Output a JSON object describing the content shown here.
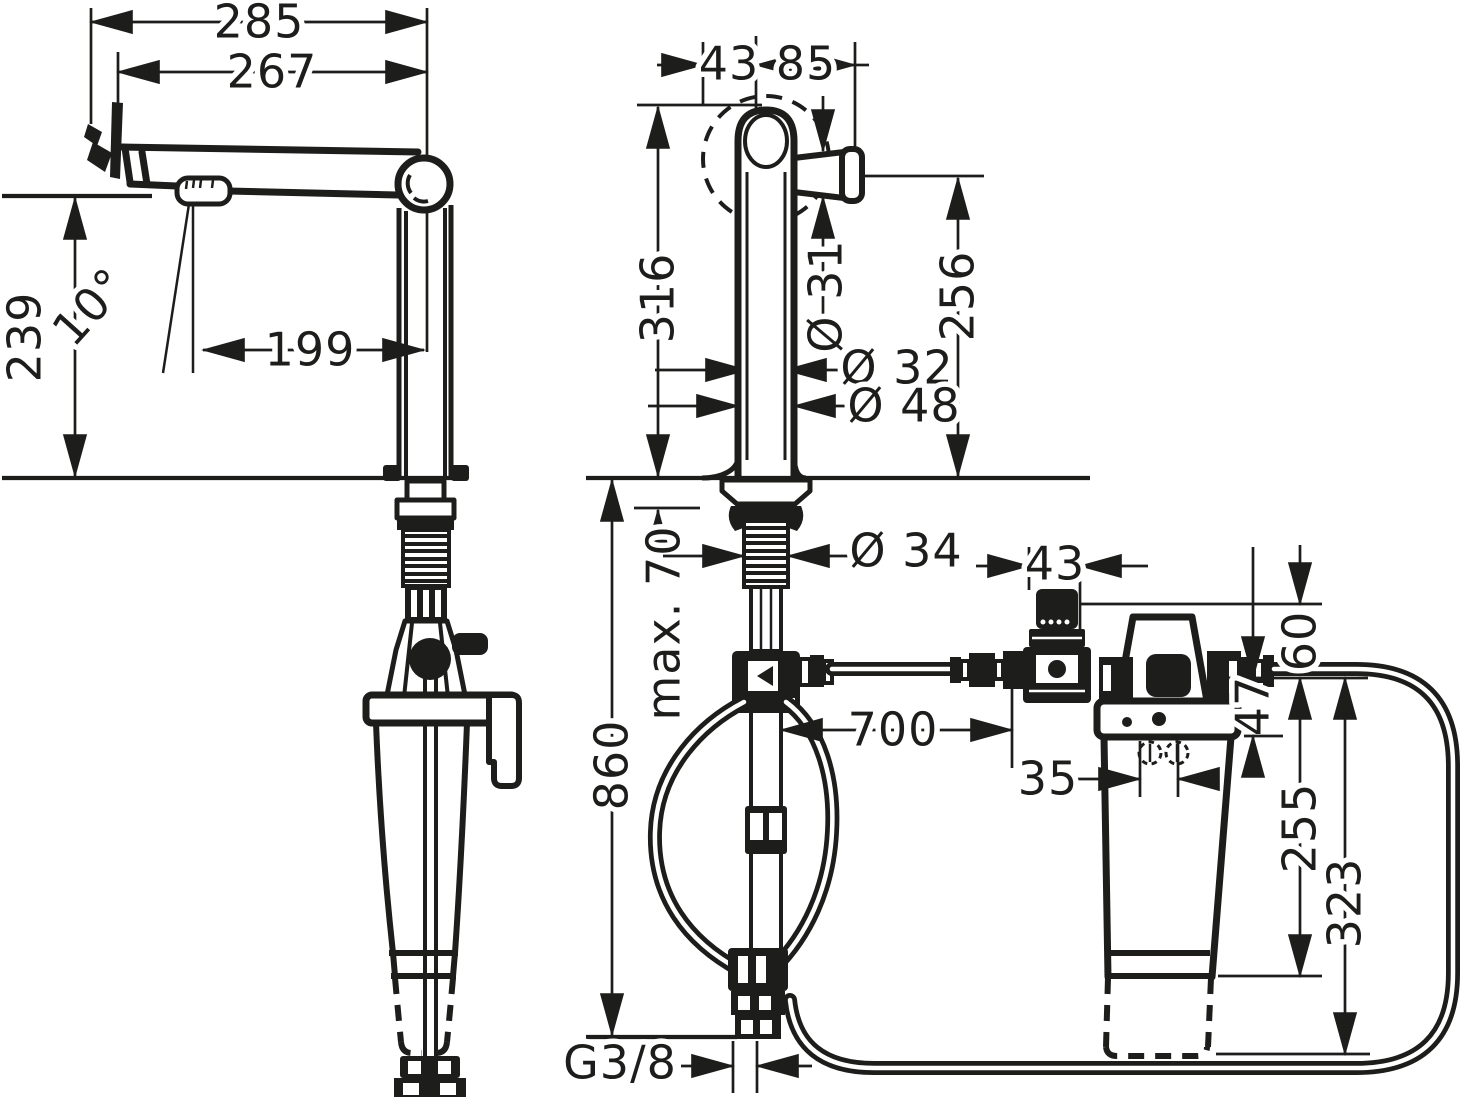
{
  "drawing": {
    "colors": {
      "ink": "#1d1d1b",
      "background": "#ffffff"
    },
    "side_view": {
      "d285": "285",
      "d267": "267",
      "d239": "239",
      "angle10": "10°",
      "d199": "199"
    },
    "front_view": {
      "d43": "43",
      "d85": "85",
      "d316": "316",
      "dia31": "Ø 31",
      "d256": "256",
      "dia32": "Ø 32",
      "dia48": "Ø 48",
      "dia34": "Ø 34",
      "max70": "max. 70",
      "d860": "860",
      "d700": "700",
      "thread": "G3/8"
    },
    "filter_unit": {
      "d43": "43",
      "d60": "60",
      "d47": "47",
      "d35": "35",
      "d255": "255",
      "d323": "323"
    }
  }
}
